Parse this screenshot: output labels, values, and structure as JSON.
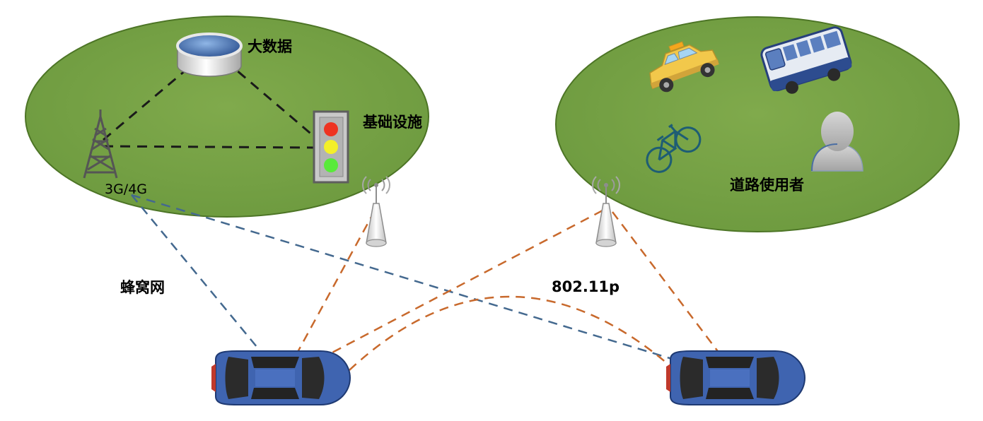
{
  "labels": {
    "big_data": "大数据",
    "infrastructure": "基础设施",
    "cellular_tech": "3G/4G",
    "cellular_network": "蜂窝网",
    "wifi_standard": "802.11p",
    "road_users": "道路使用者"
  },
  "colors": {
    "region_fill": "#77a045",
    "region_stroke": "#4d7526",
    "infra_link": "#1a1a1a",
    "cellular_link": "#44698f",
    "v2x_link": "#c8692c",
    "vehicle_body": "#3f64b0",
    "taxi_body": "#f2c84b",
    "bus_body": "#e6ebf3",
    "person": "#c0c0c0"
  },
  "icons": {
    "database": "database-icon",
    "cell_tower": "cell-tower-icon",
    "traffic_light": "traffic-light-icon",
    "access_point": "wireless-access-point-icon",
    "taxi": "taxi-icon",
    "bus": "bus-icon",
    "bicycle": "bicycle-icon",
    "person": "person-icon",
    "car": "car-icon"
  }
}
